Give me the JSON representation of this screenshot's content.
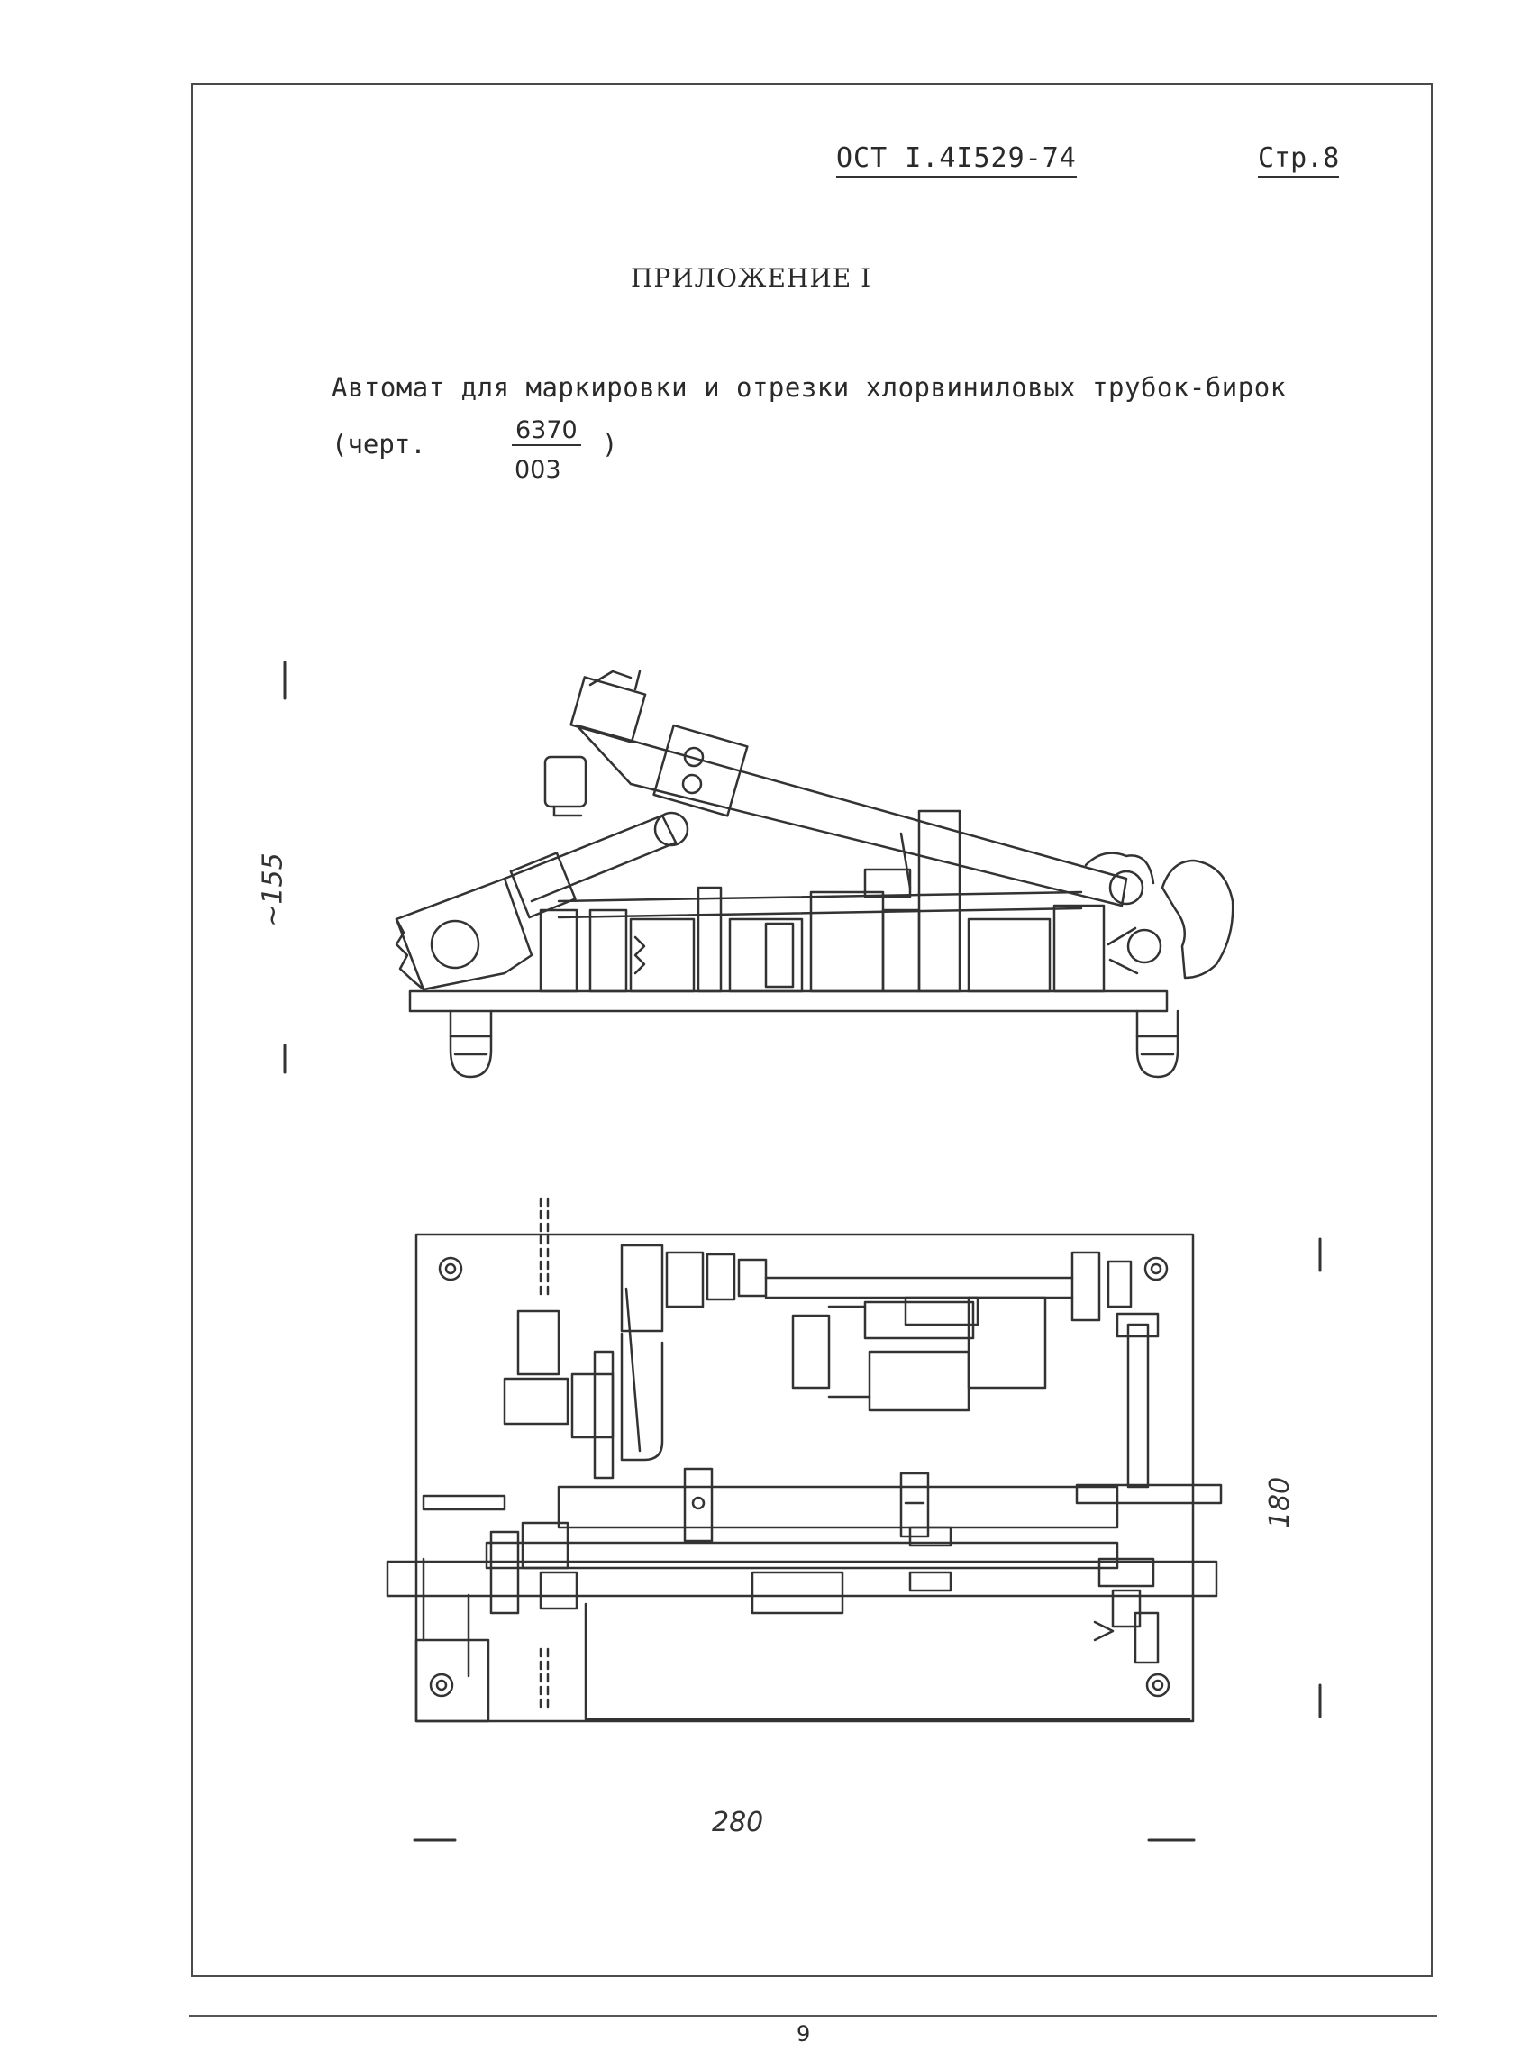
{
  "header": {
    "doc_code": "ОСТ I.4I529-74",
    "page_label": "Стр.8"
  },
  "appendix_title": "ПРИЛОЖЕНИЕ I",
  "figure_title": "Автомат для маркировки и отрезки хлорвиниловых трубок-бирок",
  "drawing_ref": {
    "prefix": "(черт.",
    "numerator": "6370",
    "denominator": "003",
    "suffix": ")"
  },
  "dimensions": {
    "height": "~155",
    "depth": "180",
    "width": "280"
  },
  "page_number": "9"
}
